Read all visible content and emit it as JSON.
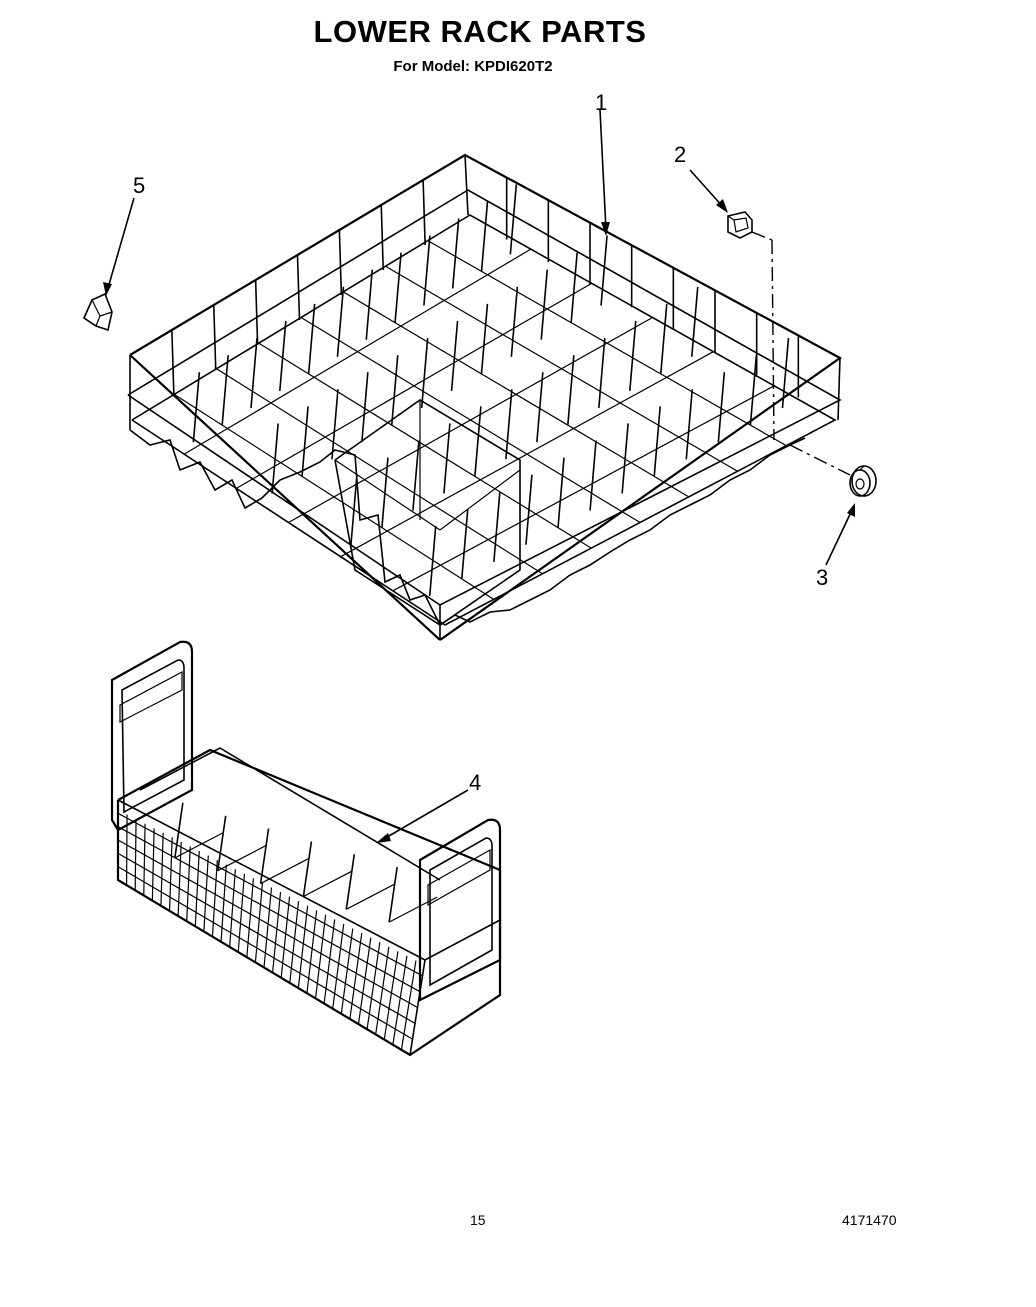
{
  "header": {
    "title": "LOWER RACK PARTS",
    "model_line": "For Model: KPDI620T2"
  },
  "callouts": [
    "1",
    "2",
    "3",
    "4",
    "5"
  ],
  "footer": {
    "page_number": "15",
    "document_number": "4171470"
  }
}
